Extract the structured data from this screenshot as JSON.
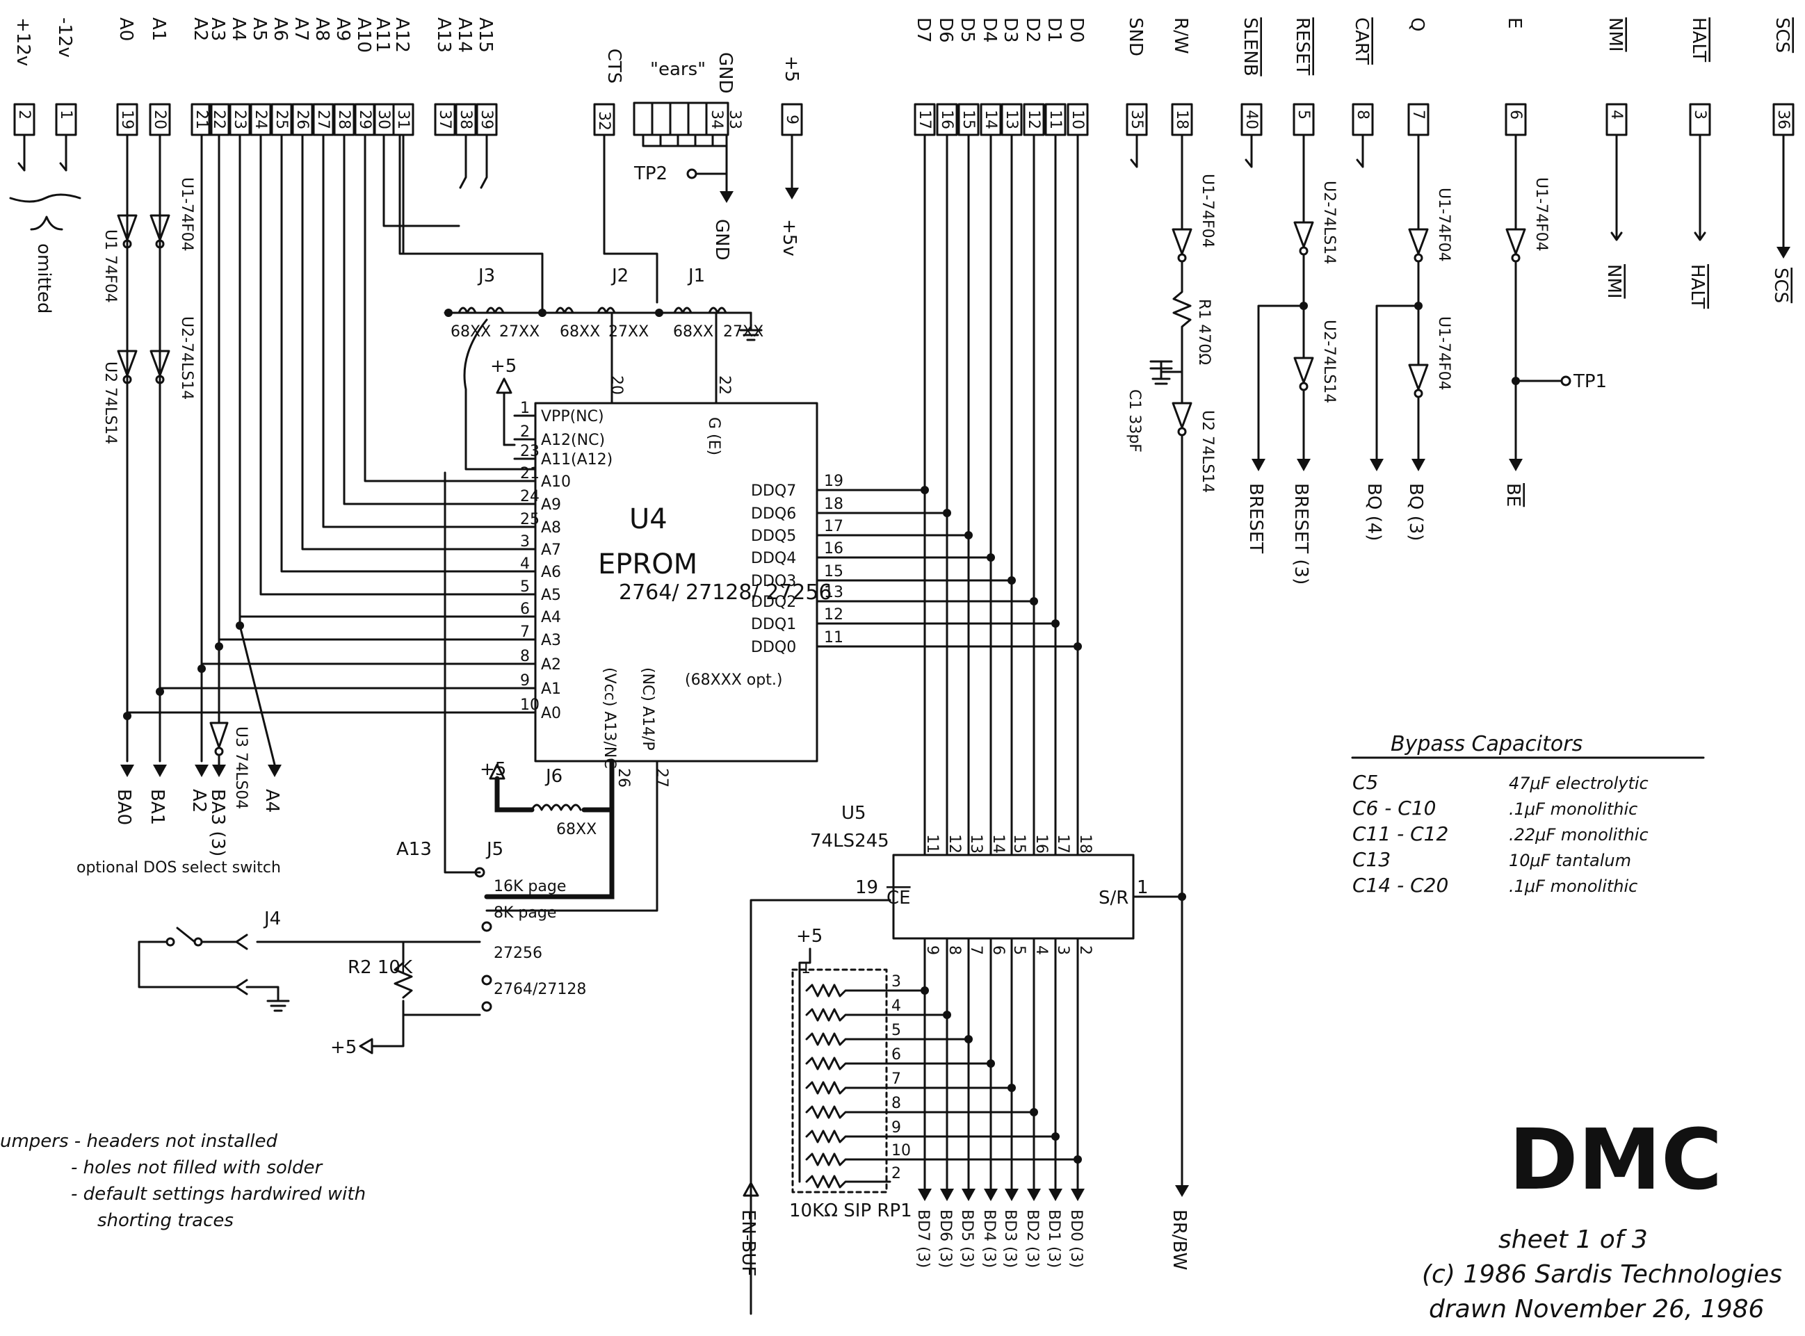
{
  "connector_top": {
    "power": [
      {
        "label": "+12v",
        "pin": "2"
      },
      {
        "label": "-12v",
        "pin": "1"
      }
    ],
    "omitted_note": "omitted",
    "address": [
      {
        "label": "A0",
        "pin": "19"
      },
      {
        "label": "A1",
        "pin": "20"
      },
      {
        "label": "A2",
        "pin": "21"
      },
      {
        "label": "A3",
        "pin": "22"
      },
      {
        "label": "A4",
        "pin": "23"
      },
      {
        "label": "A5",
        "pin": "24"
      },
      {
        "label": "A6",
        "pin": "25"
      },
      {
        "label": "A7",
        "pin": "26"
      },
      {
        "label": "A8",
        "pin": "27"
      },
      {
        "label": "A9",
        "pin": "28"
      },
      {
        "label": "A10",
        "pin": "29"
      },
      {
        "label": "A11",
        "pin": "30"
      },
      {
        "label": "A12",
        "pin": "31"
      },
      {
        "label": "A13",
        "pin": "37"
      },
      {
        "label": "A14",
        "pin": "38"
      },
      {
        "label": "A15",
        "pin": "39"
      }
    ],
    "cts": {
      "label": "CTS",
      "pin": "32"
    },
    "ears": {
      "label": "\"ears\"",
      "gnd_label": "GND",
      "pins": [
        "34",
        "33"
      ],
      "tp": "TP2",
      "gnd_arrow": "GND"
    },
    "plus5": {
      "label": "+5",
      "pin": "9",
      "arrow": "+5v"
    },
    "data": [
      {
        "label": "D7",
        "pin": "17"
      },
      {
        "label": "D6",
        "pin": "16"
      },
      {
        "label": "D5",
        "pin": "15"
      },
      {
        "label": "D4",
        "pin": "14"
      },
      {
        "label": "D3",
        "pin": "13"
      },
      {
        "label": "D2",
        "pin": "12"
      },
      {
        "label": "D1",
        "pin": "11"
      },
      {
        "label": "D0",
        "pin": "10"
      }
    ],
    "control": [
      {
        "label": "SND",
        "pin": "35"
      },
      {
        "label": "R/W",
        "pin": "18"
      },
      {
        "label": "SLENB",
        "pin": "40"
      },
      {
        "label": "RESET",
        "pin": "5"
      },
      {
        "label": "CART",
        "pin": "8"
      },
      {
        "label": "Q",
        "pin": "7"
      },
      {
        "label": "E",
        "pin": "6"
      },
      {
        "label": "NMI",
        "pin": "4"
      },
      {
        "label": "HALT",
        "pin": "3"
      },
      {
        "label": "SCS",
        "pin": "36"
      }
    ],
    "control_outputs": [
      "NMI",
      "HALT",
      "SCS"
    ]
  },
  "gates": {
    "u1a": "U1 74F04",
    "u1b": "U1-74F04",
    "u2a": "U2 74LS14",
    "u2b": "U2-74LS14",
    "u1_rw": "U1-74F04",
    "u2_rw": "U2 74LS14",
    "u2_reset1": "U2-74LS14",
    "u2_reset2": "U2-74LS14",
    "u1_q1": "U1-74F04",
    "u1_q2": "U1-74F04",
    "u1_e": "U1-74F04",
    "u3": "U3 74LS04"
  },
  "jumpers": {
    "j1": "J1",
    "j2": "J2",
    "j3": "J3",
    "j6": "J6",
    "j5": "J5",
    "j4": "J4",
    "sel_68": "68XX",
    "sel_27": "27XX",
    "plus5": "+5"
  },
  "eprom": {
    "ref": "U4",
    "type": "EPROM",
    "parts": "2764/ 27128/ 27256",
    "option": "(68XXX opt.)",
    "left_pins": [
      {
        "pin": "1",
        "name": "VPP(NC)"
      },
      {
        "pin": "2",
        "name": "A12(NC)"
      },
      {
        "pin": "23",
        "name": "A11(A12)"
      },
      {
        "pin": "21",
        "name": "A10"
      },
      {
        "pin": "24",
        "name": "A9"
      },
      {
        "pin": "25",
        "name": "A8"
      },
      {
        "pin": "3",
        "name": "A7"
      },
      {
        "pin": "4",
        "name": "A6"
      },
      {
        "pin": "5",
        "name": "A5"
      },
      {
        "pin": "6",
        "name": "A4"
      },
      {
        "pin": "7",
        "name": "A3"
      },
      {
        "pin": "8",
        "name": "A2"
      },
      {
        "pin": "9",
        "name": "A1"
      },
      {
        "pin": "10",
        "name": "A0"
      }
    ],
    "right_pins": [
      {
        "pin": "19",
        "name": "DQ7"
      },
      {
        "pin": "18",
        "name": "DQ6"
      },
      {
        "pin": "17",
        "name": "DQ5"
      },
      {
        "pin": "16",
        "name": "DQ4"
      },
      {
        "pin": "15",
        "name": "DQ3"
      },
      {
        "pin": "13",
        "name": "DQ2"
      },
      {
        "pin": "12",
        "name": "DQ1"
      },
      {
        "pin": "11",
        "name": "DQ0"
      }
    ],
    "top_pins": [
      "20",
      "22"
    ],
    "g_label": "G (E)",
    "bottom_labels": [
      "(Vcc) A13/NC",
      "(NC) A14/P"
    ],
    "bottom_pins": [
      "26",
      "27"
    ]
  },
  "buffer": {
    "ref": "U5",
    "type": "74LS245",
    "top_pins": [
      "11",
      "12",
      "13",
      "14",
      "15",
      "16",
      "17",
      "18"
    ],
    "bottom_pins": [
      "9",
      "8",
      "7",
      "6",
      "5",
      "4",
      "3",
      "2"
    ],
    "ce": "CE",
    "ce_pin": "19",
    "sr": "S/R",
    "sr_pin": "1",
    "en_label": "EN-BUF",
    "rw_out": "BR/BW"
  },
  "outputs": {
    "ba": [
      "BA0",
      "BA1",
      "A2",
      "BA3 (3)",
      "A4"
    ],
    "bd": [
      "BD7 (3)",
      "BD6 (3)",
      "BD5 (3)",
      "BD4 (3)",
      "BD3 (3)",
      "BD2 (3)",
      "BD1 (3)",
      "BD0 (3)"
    ],
    "reset": [
      "BRESET",
      "BRESET (3)"
    ],
    "q": [
      "BQ (4)",
      "BQ (3)"
    ],
    "e": "BE",
    "tp1": "TP1"
  },
  "passives": {
    "r1": "R1 470Ω",
    "c1": "C1 33pF",
    "r2": "R2 10K",
    "rp1": "10KΩ SIP RP1",
    "rp1_pins": [
      "1",
      "3",
      "4",
      "5",
      "6",
      "7",
      "8",
      "9",
      "10",
      "2"
    ]
  },
  "j5_options": [
    "16K page",
    "8K page",
    "27256",
    "2764/27128"
  ],
  "a13_label": "A13",
  "dos_switch": "optional DOS select switch",
  "bypass": {
    "title": "Bypass Capacitors",
    "rows": [
      {
        "ref": "C5",
        "val": "47μF electrolytic"
      },
      {
        "ref": "C6 - C10",
        "val": ".1μF monolithic"
      },
      {
        "ref": "C11 - C12",
        "val": ".22μF monolithic"
      },
      {
        "ref": "C13",
        "val": "10μF tantalum"
      },
      {
        "ref": "C14 - C20",
        "val": ".1μF monolithic"
      }
    ]
  },
  "notes": [
    "umpers - headers not installed",
    "- holes not filled with solder",
    "- default settings hardwired with",
    "shorting traces"
  ],
  "title_block": {
    "title": "DMC",
    "sheet": "sheet 1 of 3",
    "copyright": "(c) 1986 Sardis Technologies",
    "drawn": "drawn November 26, 1986"
  }
}
